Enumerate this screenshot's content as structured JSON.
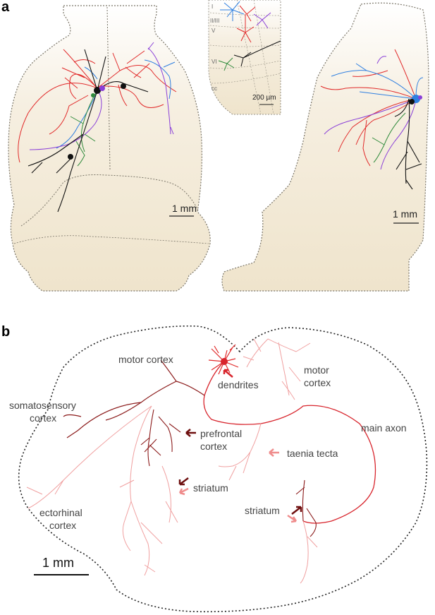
{
  "colors": {
    "tissue": "#f3ead8",
    "outline": "#7a7568",
    "dark_red": "#8b1a1a",
    "red": "#e12a2a",
    "pink": "#f0a0a0",
    "black": "#111111",
    "blue": "#2e7fe0",
    "purple": "#8a3fd8",
    "green": "#2e8a3a",
    "arrow_dark": "#6e0f0f",
    "arrow_red": "#d8252d",
    "arrow_pink": "#ef8c8c"
  },
  "panel_a": {
    "letter": "a",
    "dorsal_scale": "1 mm",
    "lateral_scale": "1 mm",
    "inset_scale": "200 µm",
    "layers": [
      "I",
      "II/III",
      "V",
      "VI",
      "cc"
    ]
  },
  "panel_b": {
    "letter": "b",
    "scale": "1 mm",
    "labels": {
      "motor_cortex_left": "motor cortex",
      "motor_cortex_right_1": "motor",
      "motor_cortex_right_2": "cortex",
      "dendrites": "dendrites",
      "somatosensory_1": "somatosensory",
      "somatosensory_2": "cortex",
      "prefrontal_1": "prefrontal",
      "prefrontal_2": "cortex",
      "main_axon": "main axon",
      "taenia_tecta": "taenia tecta",
      "striatum_left": "striatum",
      "striatum_right": "striatum",
      "ectorhinal_1": "ectorhinal",
      "ectorhinal_2": "cortex"
    }
  }
}
